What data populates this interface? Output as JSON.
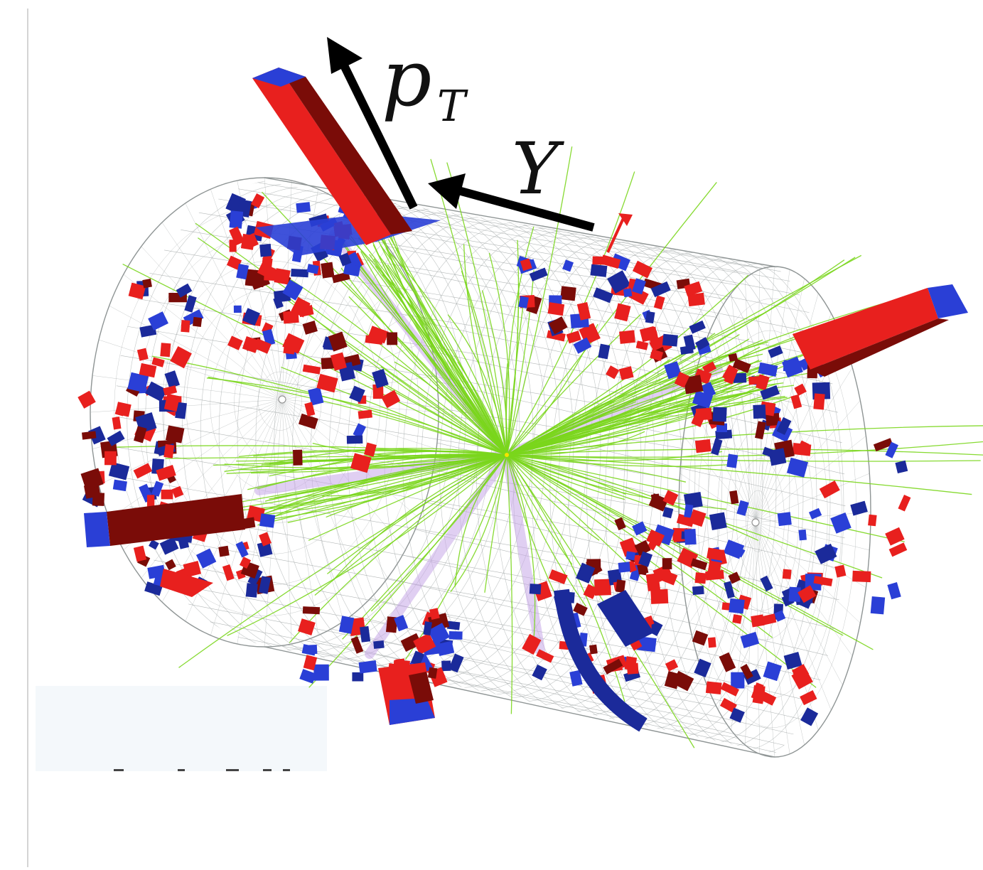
{
  "labels": {
    "pt_main": "p",
    "pt_sub": "T",
    "y": "Y"
  },
  "colors": {
    "tower_red": "#e8201e",
    "tower_dark_red": "#7a0c08",
    "tower_blue": "#2a3fd6",
    "tower_dark_blue": "#1b2a9a",
    "track_green": "#7ad61c",
    "mesh_grey": "#9aa0a0",
    "arrow_black": "#000000",
    "muon_violet": "#c8a8e8"
  }
}
